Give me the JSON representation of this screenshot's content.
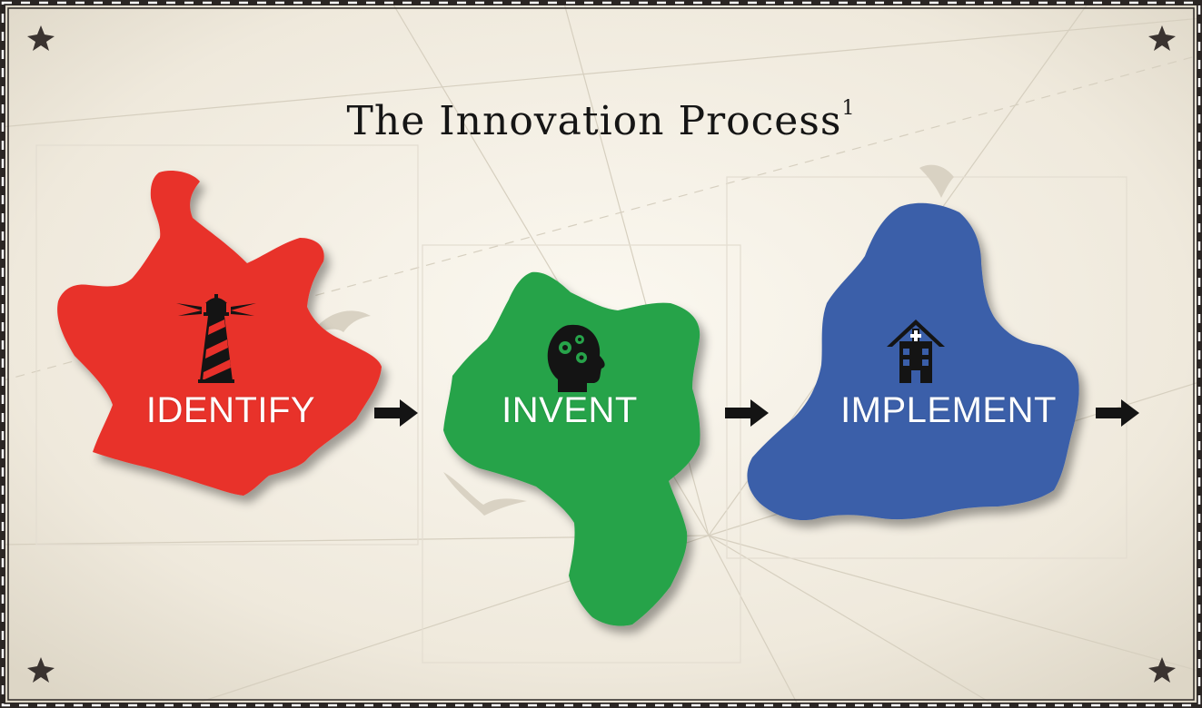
{
  "title": "The Innovation Process",
  "footnote": "1",
  "steps": [
    {
      "label": "IDENTIFY",
      "icon": "lighthouse-icon",
      "color": "#e8302a"
    },
    {
      "label": "INVENT",
      "icon": "head-gears-icon",
      "color": "#27a34a"
    },
    {
      "label": "IMPLEMENT",
      "icon": "hospital-icon",
      "color": "#3a5ea9"
    }
  ],
  "colors": {
    "paper": "#f4efe3",
    "border": "#2b2624",
    "ink": "#151515"
  }
}
